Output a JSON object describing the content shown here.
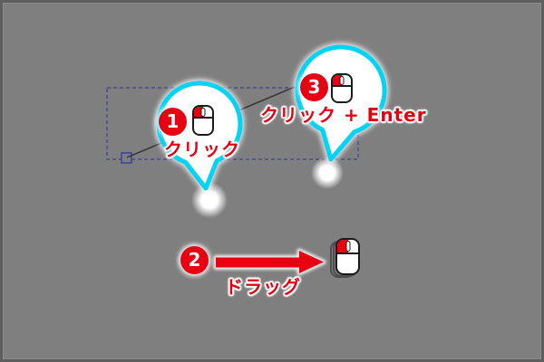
{
  "steps": [
    {
      "number": "1",
      "label": "クリック"
    },
    {
      "number": "2",
      "label": "ドラッグ"
    },
    {
      "number": "3",
      "label": "クリック + Enter"
    }
  ],
  "colors": {
    "background": "#7f7f7f",
    "bubble_border": "#00d4f4",
    "red": "#e60012",
    "selection": "#3e3e9a"
  },
  "icons": {
    "bubble_mouse": "mouse-left-click-icon",
    "drag_mouse": "mouse-drag-icon",
    "click_target": "cursor-glow-dot",
    "drag_arrow": "right-arrow-icon"
  }
}
